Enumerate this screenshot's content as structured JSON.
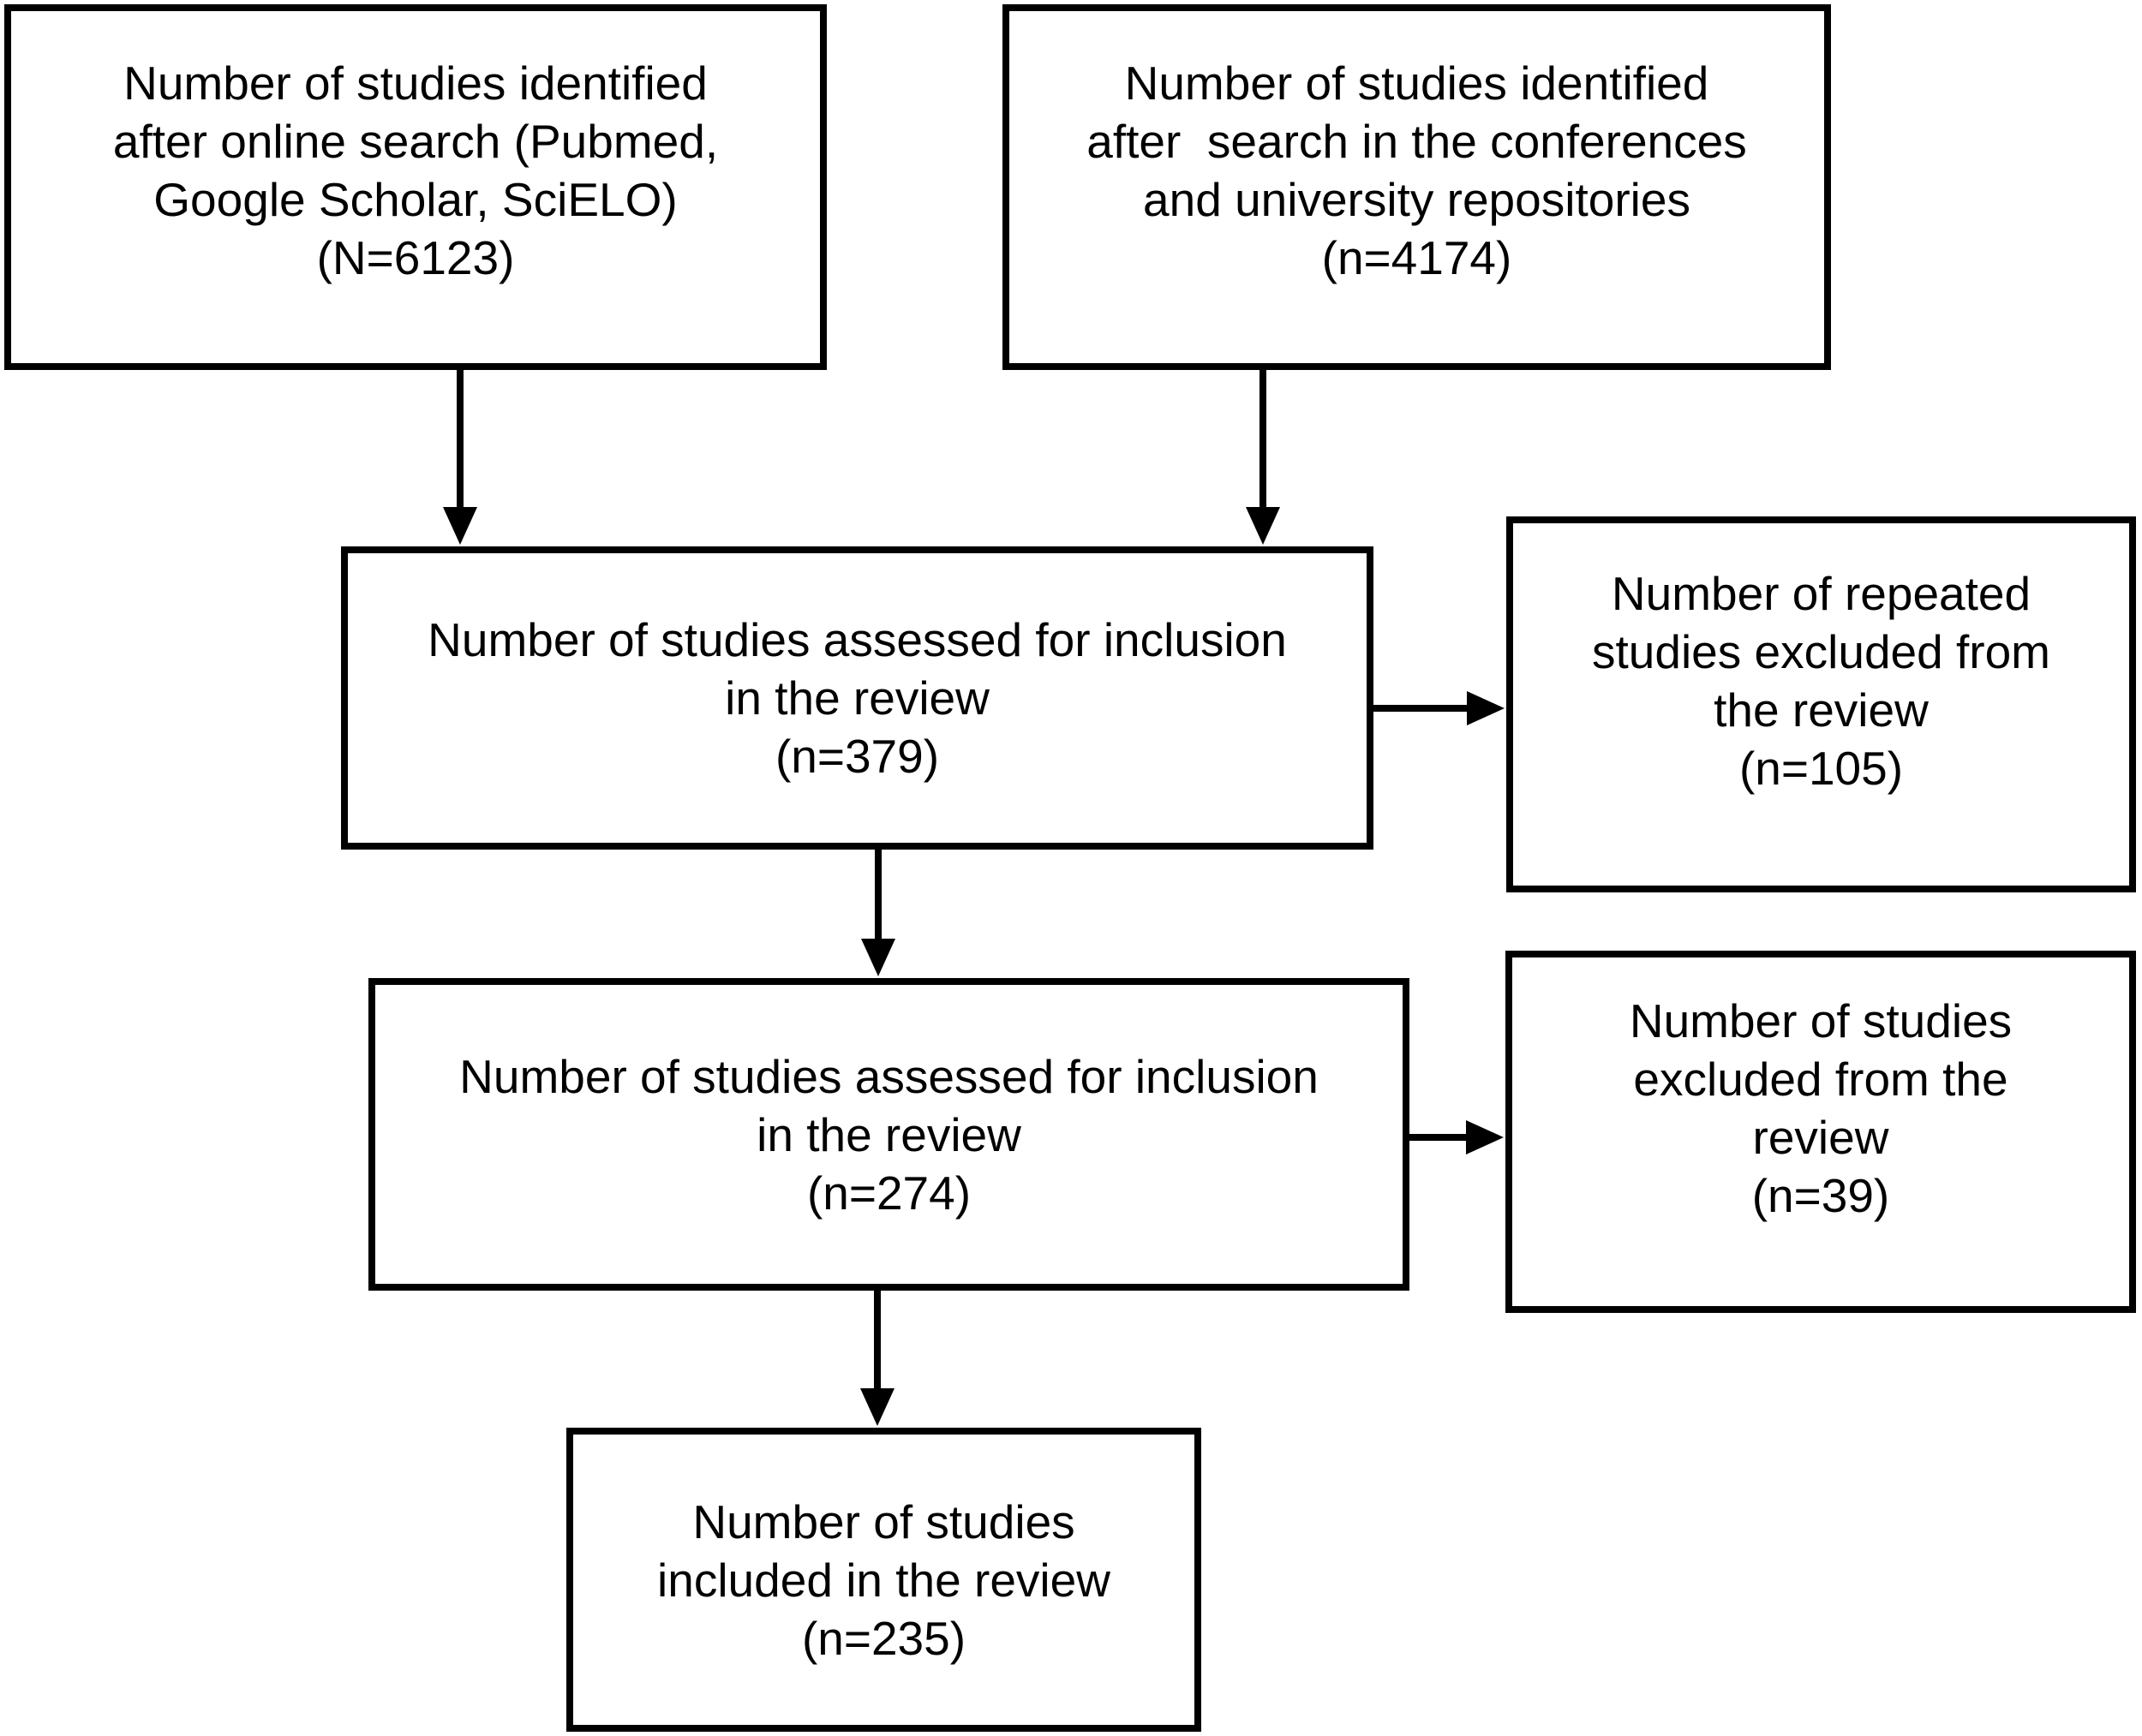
{
  "colors": {
    "background": "#ffffff",
    "border": "#000000",
    "text": "#000000"
  },
  "boxes": {
    "identified_online": {
      "lines": [
        "Number of studies identified",
        "after online search (Pubmed,",
        "Google Scholar, SciELO)",
        "(N=6123)"
      ],
      "count": 6123
    },
    "identified_repositories": {
      "lines": [
        "Number of studies identified",
        "after  search in the conferences",
        "and university repositories",
        "(n=4174)"
      ],
      "count": 4174
    },
    "assessed_379": {
      "lines": [
        "Number of studies assessed for inclusion",
        "in the review",
        "(n=379)"
      ],
      "count": 379
    },
    "repeated_excluded_105": {
      "lines": [
        "Number of repeated",
        "studies excluded from",
        "the review",
        "(n=105)"
      ],
      "count": 105
    },
    "assessed_274": {
      "lines": [
        "Number of studies assessed for inclusion",
        "in the review",
        "(n=274)"
      ],
      "count": 274
    },
    "excluded_39": {
      "lines": [
        "Number of studies",
        "excluded from the",
        "review",
        "(n=39)"
      ],
      "count": 39
    },
    "included_235": {
      "lines": [
        "Number of studies",
        "included in the review",
        "(n=235)"
      ],
      "count": 235
    }
  },
  "arrows": [
    {
      "from": "identified_online",
      "to": "assessed_379",
      "direction": "down"
    },
    {
      "from": "identified_repositories",
      "to": "assessed_379",
      "direction": "down"
    },
    {
      "from": "assessed_379",
      "to": "repeated_excluded_105",
      "direction": "right"
    },
    {
      "from": "assessed_379",
      "to": "assessed_274",
      "direction": "down"
    },
    {
      "from": "assessed_274",
      "to": "excluded_39",
      "direction": "right"
    },
    {
      "from": "assessed_274",
      "to": "included_235",
      "direction": "down"
    }
  ]
}
